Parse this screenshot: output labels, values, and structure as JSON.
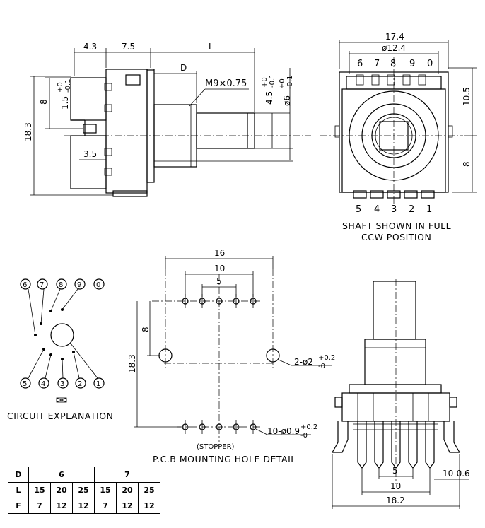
{
  "side_view": {
    "dims": {
      "d43": "4.3",
      "d75": "7.5",
      "L": "L",
      "D": "D",
      "d183": "18.3",
      "d8": "8",
      "d35": "3.5"
    },
    "thread": "M9×0.75",
    "tol_a": {
      "base": "1.5",
      "up": "+0",
      "down": "-0.1"
    },
    "tol_b": {
      "base": "4.5",
      "up": "+0",
      "down": "-0.1"
    },
    "tol_c": {
      "base": "ø6",
      "up": "+0",
      "down": "-0.1"
    }
  },
  "front_view": {
    "width": "17.4",
    "circle": "ø12.4",
    "top_pins": [
      "6",
      "7",
      "8",
      "9",
      "0"
    ],
    "bottom_pins": [
      "5",
      "4",
      "3",
      "2",
      "1"
    ],
    "h105": "10.5",
    "h8": "8",
    "caption1": "SHAFT SHOWN IN FULL",
    "caption2": "CCW POSITION"
  },
  "circuit": {
    "top": [
      "6",
      "7",
      "8",
      "9",
      "0"
    ],
    "bottom": [
      "5",
      "4",
      "3",
      "2",
      "1"
    ],
    "caption": "CIRCUIT EXPLANATION"
  },
  "pcb": {
    "w16": "16",
    "w10": "10",
    "w5": "5",
    "h8": "8",
    "h183": "18.3",
    "hole_big": {
      "base": "2-ø2",
      "up": "+0.2",
      "down": "-0"
    },
    "hole_small": {
      "base": "10-ø0.9",
      "up": "+0.2",
      "down": "-0"
    },
    "stopper": "(STOPPER)",
    "caption": "P.C.B MOUNTING HOLE DETAIL"
  },
  "bottom_view": {
    "w5": "5",
    "w10": "10",
    "w182": "18.2",
    "pin": "10-0.6"
  },
  "table": {
    "rows": [
      {
        "label": "D",
        "cells": [
          "6",
          "7"
        ]
      },
      {
        "label": "L",
        "cells": [
          "15",
          "20",
          "25",
          "15",
          "20",
          "25"
        ]
      },
      {
        "label": "F",
        "cells": [
          "7",
          "12",
          "12",
          "7",
          "12",
          "12"
        ]
      }
    ]
  }
}
